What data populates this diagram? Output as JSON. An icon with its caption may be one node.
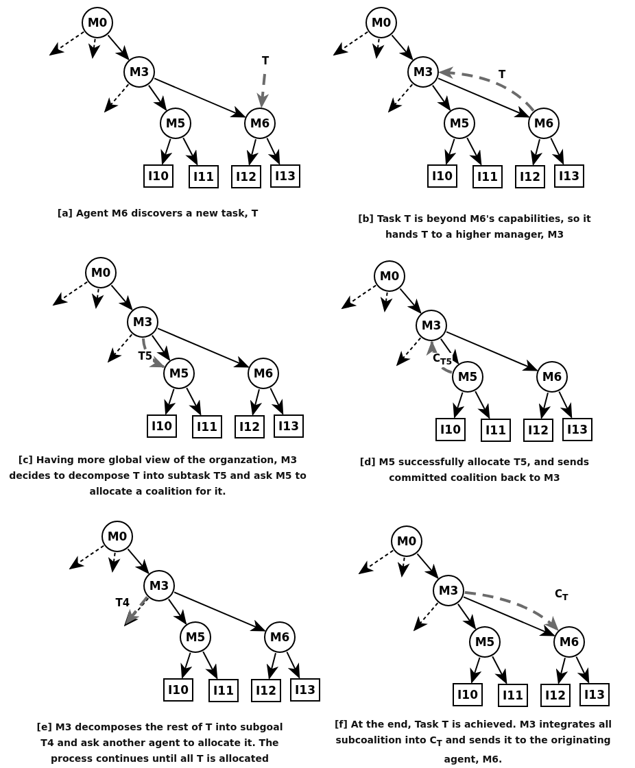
{
  "diagram": {
    "nodes": [
      {
        "text": [
          "M0"
        ]
      },
      {
        "text": [
          "M3"
        ]
      },
      {
        "text": [
          "M5"
        ]
      },
      {
        "text": [
          "M6"
        ]
      },
      {
        "text": [
          "I10"
        ]
      },
      {
        "text": [
          "I11"
        ]
      },
      {
        "text": [
          "I12"
        ]
      },
      {
        "text": [
          "I13"
        ]
      },
      {
        "text": [
          "M0"
        ]
      },
      {
        "text": [
          "M3"
        ]
      },
      {
        "text": [
          "M5"
        ]
      },
      {
        "text": [
          "M6"
        ]
      },
      {
        "text": [
          "I10"
        ]
      },
      {
        "text": [
          "I11"
        ]
      },
      {
        "text": [
          "I12"
        ]
      },
      {
        "text": [
          "I13"
        ]
      },
      {
        "text": [
          "M0"
        ]
      },
      {
        "text": [
          "M3"
        ]
      },
      {
        "text": [
          "M5"
        ]
      },
      {
        "text": [
          "M6"
        ]
      },
      {
        "text": [
          "I10"
        ]
      },
      {
        "text": [
          "I11"
        ]
      },
      {
        "text": [
          "I12"
        ]
      },
      {
        "text": [
          "I13"
        ]
      },
      {
        "text": [
          "M0"
        ]
      },
      {
        "text": [
          "M3"
        ]
      },
      {
        "text": [
          "M5"
        ]
      },
      {
        "text": [
          "M6"
        ]
      },
      {
        "text": [
          "I10"
        ]
      },
      {
        "text": [
          "I11"
        ]
      },
      {
        "text": [
          "I12"
        ]
      },
      {
        "text": [
          "I13"
        ]
      },
      {
        "text": [
          "M0"
        ]
      },
      {
        "text": [
          "M3"
        ]
      },
      {
        "text": [
          "M5"
        ]
      },
      {
        "text": [
          "M6"
        ]
      },
      {
        "text": [
          "I10"
        ]
      },
      {
        "text": [
          "I11"
        ]
      },
      {
        "text": [
          "I12"
        ]
      },
      {
        "text": [
          "I13"
        ]
      },
      {
        "text": [
          "M0"
        ]
      },
      {
        "text": [
          "M3"
        ]
      },
      {
        "text": [
          "M5"
        ]
      },
      {
        "text": [
          "M6"
        ]
      },
      {
        "text": [
          "I10"
        ]
      },
      {
        "text": [
          "I11"
        ]
      },
      {
        "text": [
          "I12"
        ]
      },
      {
        "text": [
          "I13"
        ]
      }
    ],
    "edges": [
      {
        "from": 0,
        "to": 1,
        "arrow": "to"
      },
      {
        "from": 1,
        "to": 2,
        "arrow": "to"
      },
      {
        "from": 1,
        "to": 3,
        "arrow": "to"
      },
      {
        "from": 2,
        "to": 4,
        "arrow": "to"
      },
      {
        "from": 2,
        "to": 5,
        "arrow": "to"
      },
      {
        "from": 3,
        "to": 6,
        "arrow": "to"
      },
      {
        "from": 3,
        "to": 7,
        "arrow": "to"
      },
      {
        "from": 0,
        "to": null,
        "arrow": "to",
        "style": "dashed"
      },
      {
        "from": 0,
        "to": null,
        "arrow": "to",
        "style": "dashed"
      },
      {
        "from": 1,
        "to": null,
        "arrow": "to",
        "style": "dashed"
      },
      {
        "from": null,
        "to": 3,
        "arrow": "to",
        "label": "T",
        "style": "dashed",
        "color": "#6b6b6b"
      },
      {
        "from": 8,
        "to": 9,
        "arrow": "to"
      },
      {
        "from": 9,
        "to": 10,
        "arrow": "to"
      },
      {
        "from": 9,
        "to": 11,
        "arrow": "to"
      },
      {
        "from": 10,
        "to": 12,
        "arrow": "to"
      },
      {
        "from": 10,
        "to": 13,
        "arrow": "to"
      },
      {
        "from": 11,
        "to": 14,
        "arrow": "to"
      },
      {
        "from": 11,
        "to": 15,
        "arrow": "to"
      },
      {
        "from": 8,
        "to": null,
        "arrow": "to",
        "style": "dashed"
      },
      {
        "from": 8,
        "to": null,
        "arrow": "to",
        "style": "dashed"
      },
      {
        "from": 9,
        "to": null,
        "arrow": "to",
        "style": "dashed"
      },
      {
        "from": 11,
        "to": 9,
        "arrow": "to",
        "label": "T",
        "style": "dashed",
        "color": "#6b6b6b"
      },
      {
        "from": 16,
        "to": 17,
        "arrow": "to"
      },
      {
        "from": 17,
        "to": 18,
        "arrow": "to"
      },
      {
        "from": 17,
        "to": 19,
        "arrow": "to"
      },
      {
        "from": 18,
        "to": 20,
        "arrow": "to"
      },
      {
        "from": 18,
        "to": 21,
        "arrow": "to"
      },
      {
        "from": 19,
        "to": 22,
        "arrow": "to"
      },
      {
        "from": 19,
        "to": 23,
        "arrow": "to"
      },
      {
        "from": 16,
        "to": null,
        "arrow": "to",
        "style": "dashed"
      },
      {
        "from": 16,
        "to": null,
        "arrow": "to",
        "style": "dashed"
      },
      {
        "from": 17,
        "to": null,
        "arrow": "to",
        "style": "dashed"
      },
      {
        "from": 17,
        "to": 18,
        "arrow": "to",
        "label": "T5",
        "style": "dashed",
        "color": "#6b6b6b"
      },
      {
        "from": 24,
        "to": 25,
        "arrow": "to"
      },
      {
        "from": 25,
        "to": 26,
        "arrow": "to"
      },
      {
        "from": 25,
        "to": 27,
        "arrow": "to"
      },
      {
        "from": 26,
        "to": 28,
        "arrow": "to"
      },
      {
        "from": 26,
        "to": 29,
        "arrow": "to"
      },
      {
        "from": 27,
        "to": 30,
        "arrow": "to"
      },
      {
        "from": 27,
        "to": 31,
        "arrow": "to"
      },
      {
        "from": 24,
        "to": null,
        "arrow": "to",
        "style": "dashed"
      },
      {
        "from": 24,
        "to": null,
        "arrow": "to",
        "style": "dashed"
      },
      {
        "from": 25,
        "to": null,
        "arrow": "to",
        "style": "dashed"
      },
      {
        "from": 26,
        "to": 25,
        "arrow": "to",
        "label": "C$_{T5}$",
        "style": "dashed",
        "color": "#6b6b6b"
      },
      {
        "from": 32,
        "to": 33,
        "arrow": "to"
      },
      {
        "from": 33,
        "to": 34,
        "arrow": "to"
      },
      {
        "from": 33,
        "to": 35,
        "arrow": "to"
      },
      {
        "from": 34,
        "to": 36,
        "arrow": "to"
      },
      {
        "from": 34,
        "to": 37,
        "arrow": "to"
      },
      {
        "from": 35,
        "to": 38,
        "arrow": "to"
      },
      {
        "from": 35,
        "to": 39,
        "arrow": "to"
      },
      {
        "from": 32,
        "to": null,
        "arrow": "to",
        "style": "dashed"
      },
      {
        "from": 32,
        "to": null,
        "arrow": "to",
        "style": "dashed"
      },
      {
        "from": 33,
        "to": null,
        "arrow": "to",
        "style": "dashed"
      },
      {
        "from": 33,
        "to": null,
        "arrow": "to",
        "label": "T4",
        "style": "dashed",
        "color": "#6b6b6b"
      },
      {
        "from": 40,
        "to": 41,
        "arrow": "to"
      },
      {
        "from": 41,
        "to": 42,
        "arrow": "to"
      },
      {
        "from": 41,
        "to": 43,
        "arrow": "to"
      },
      {
        "from": 42,
        "to": 44,
        "arrow": "to"
      },
      {
        "from": 42,
        "to": 45,
        "arrow": "to"
      },
      {
        "from": 43,
        "to": 46,
        "arrow": "to"
      },
      {
        "from": 43,
        "to": 47,
        "arrow": "to"
      },
      {
        "from": 40,
        "to": null,
        "arrow": "to",
        "style": "dashed"
      },
      {
        "from": 40,
        "to": null,
        "arrow": "to",
        "style": "dashed"
      },
      {
        "from": 41,
        "to": null,
        "arrow": "to",
        "style": "dashed"
      },
      {
        "from": 41,
        "to": 43,
        "arrow": "to",
        "label": "C$_{T}$",
        "style": "dashed",
        "color": "#6b6b6b"
      }
    ],
    "labels": [
      "[a] Agent M6 discovers a new task, T",
      "[b] Task T is beyond M6's capabilities, so it hands T to a higher manager, M3",
      "[c] Having more global view of the organzation, M3 decides to decompose T into subtask T5 and ask M5 to allocate a coalition for it.",
      "[d] M5 successfully allocate T5, and sends committed coalition back to M3",
      "[e] M3 decomposes the rest of T into subgoal T4 and ask another agent to allocate it. The process continues until all T is allocated",
      "[f] At the end, Task T is achieved. M3 integrates all subcoalition into C$_{T}$ and sends it to the originating agent, M6."
    ]
  }
}
